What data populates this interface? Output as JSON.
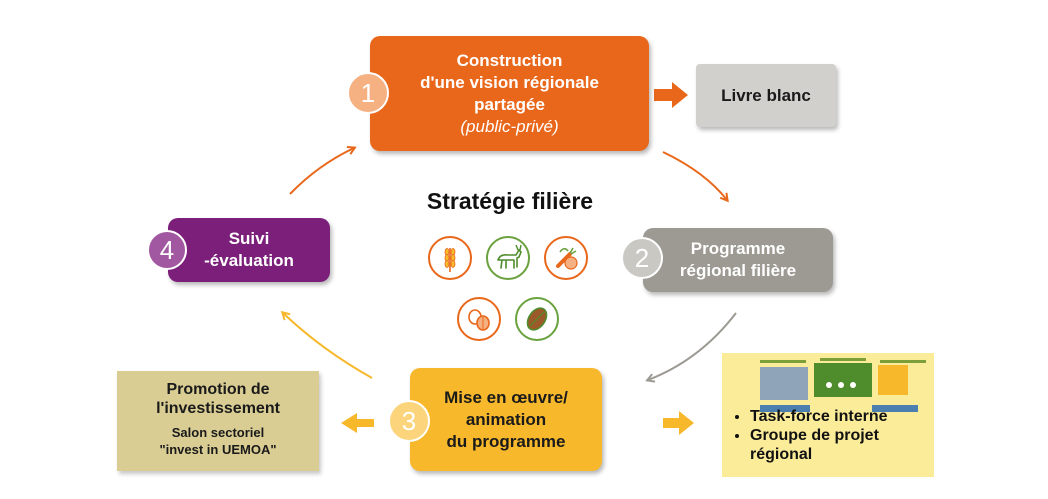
{
  "center": {
    "title": "Stratégie filière"
  },
  "step1": {
    "number": "1",
    "lines": [
      "Construction",
      "d'une vision régionale",
      "partagée"
    ],
    "italic": "(public-privé)",
    "color": "#e9671a"
  },
  "livre": {
    "label": "Livre blanc",
    "color": "#d1d0cd"
  },
  "step2": {
    "number": "2",
    "lines": [
      "Programme",
      "régional filière"
    ],
    "color": "#9c9a93"
  },
  "step3": {
    "number": "3",
    "lines": [
      "Mise en œuvre/",
      "animation",
      "du programme"
    ],
    "color": "#f7b82c"
  },
  "step4": {
    "number": "4",
    "lines": [
      "Suivi",
      "-évaluation"
    ],
    "color": "#7c1f7a"
  },
  "promo": {
    "title_lines": [
      "Promotion de",
      "l'investissement"
    ],
    "sub_lines": [
      "Salon sectoriel",
      "\"invest in UEMOA\""
    ],
    "color": "#d9cd94"
  },
  "taskforce": {
    "bullets": [
      "Task-force interne",
      "Groupe de projet",
      "régional"
    ],
    "color": "#fbec9a"
  },
  "icons": [
    "wheat-icon",
    "goat-icon",
    "vegetables-icon",
    "nuts-icon",
    "cocoa-pod-icon"
  ]
}
